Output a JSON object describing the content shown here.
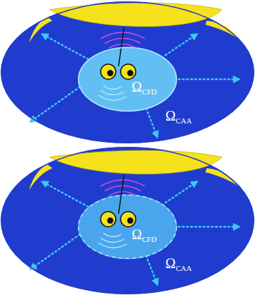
{
  "diagram": {
    "nodes": [
      {
        "text": [
          "ΩCAA"
        ]
      },
      {
        "text": [
          "ΩCFD"
        ],
        "in": 0
      },
      {
        "text": [
          "ΩCAA"
        ]
      },
      {
        "text": [
          "ΩCFD"
        ],
        "in": 2
      }
    ]
  }
}
